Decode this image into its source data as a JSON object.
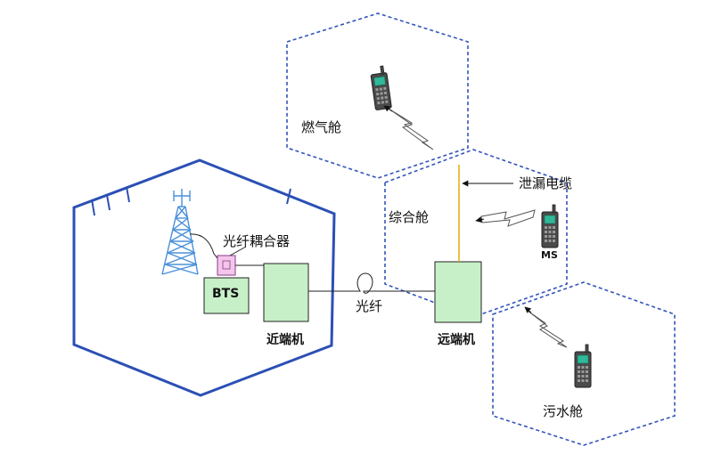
{
  "cells": {
    "gas_cabin": "燃气舱",
    "integrated_cabin": "综合舱",
    "sewage_cabin": "污水舱"
  },
  "labels": {
    "leaky_cable": "泄漏电缆",
    "fiber_coupler": "光纤耦合器",
    "bts": "BTS",
    "near_end": "近端机",
    "fiber": "光纤",
    "far_end": "远端机",
    "ms": "MS"
  },
  "colors": {
    "cell_border": "#2b4fb5",
    "cell_border_dashed": "#3355bb",
    "unit_fill": "#c8f0c8",
    "tower": "#4a90d9",
    "coupler_fill": "#f4c6ea",
    "coupler_stroke": "#8a3a8a",
    "leaky_cable": "#e0b000",
    "phone_body": "#4a4a4a",
    "phone_screen": "#2fb89a"
  },
  "icons": {
    "tower": "antenna-tower-icon",
    "phone": "mobile-phone-icon",
    "radio_link": "lightning-link-icon"
  }
}
